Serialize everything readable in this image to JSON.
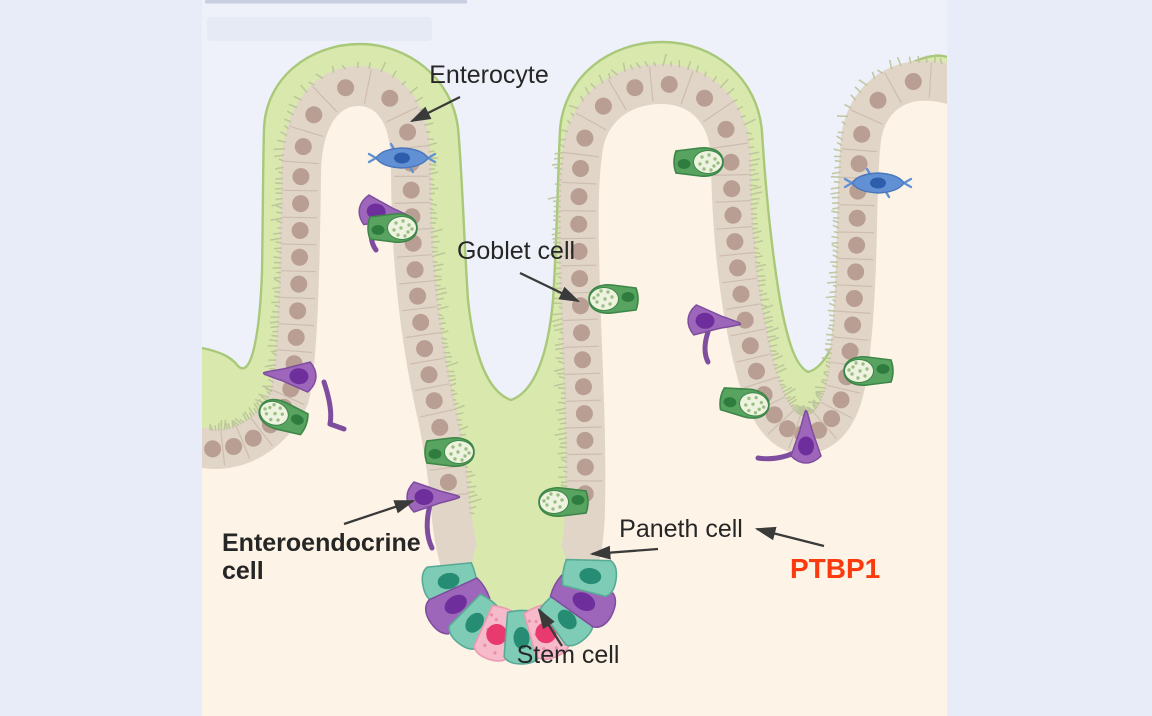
{
  "labels": {
    "enterocyte": "Enterocyte",
    "goblet_cell": "Goblet cell",
    "enteroendocrine_line1": "Enteroendocrine",
    "enteroendocrine_line2": "cell",
    "paneth_cell": "Paneth cell",
    "stem_cell": "Stem cell",
    "ptbp1": "PTBP1"
  },
  "colors": {
    "margin": "#e8ecf8",
    "lumen": "#eef1fa",
    "mucus": "#d9e9ae",
    "mucusEdge": "#a9c87a",
    "cellBand": "#e1d5c8",
    "cellBorder": "#c8b8a9",
    "nucleus": "#b1948a",
    "tissue": "#fdf3e6",
    "fuzz": "#bcc49b",
    "label": "#262626",
    "arrow": "#3a3a3a",
    "ptbp1": "#fb3a0e",
    "gobletBody": "#57a35f",
    "gobletBorder": "#3d8648",
    "gobletHead": "#eef3e0",
    "gobletDot": "#9dbf85",
    "gobletNucleus": "#2e7d3f",
    "eecBody": "#9d66ba",
    "eecBorder": "#7e4d9e",
    "eecNucleus": "#6e2f9d",
    "tuftBody": "#6191d4",
    "tuftBorder": "#4a77bb",
    "tuftNucleus": "#2d5dab",
    "panethBody": "#7ecbb6",
    "panethBorder": "#57ab95",
    "panethNucleus": "#268c73",
    "stemBody": "#f6bacb",
    "stemBorder": "#ec9ab2",
    "stemNucleus": "#e83a6e",
    "stemSpeckle": "#e58fa8"
  }
}
